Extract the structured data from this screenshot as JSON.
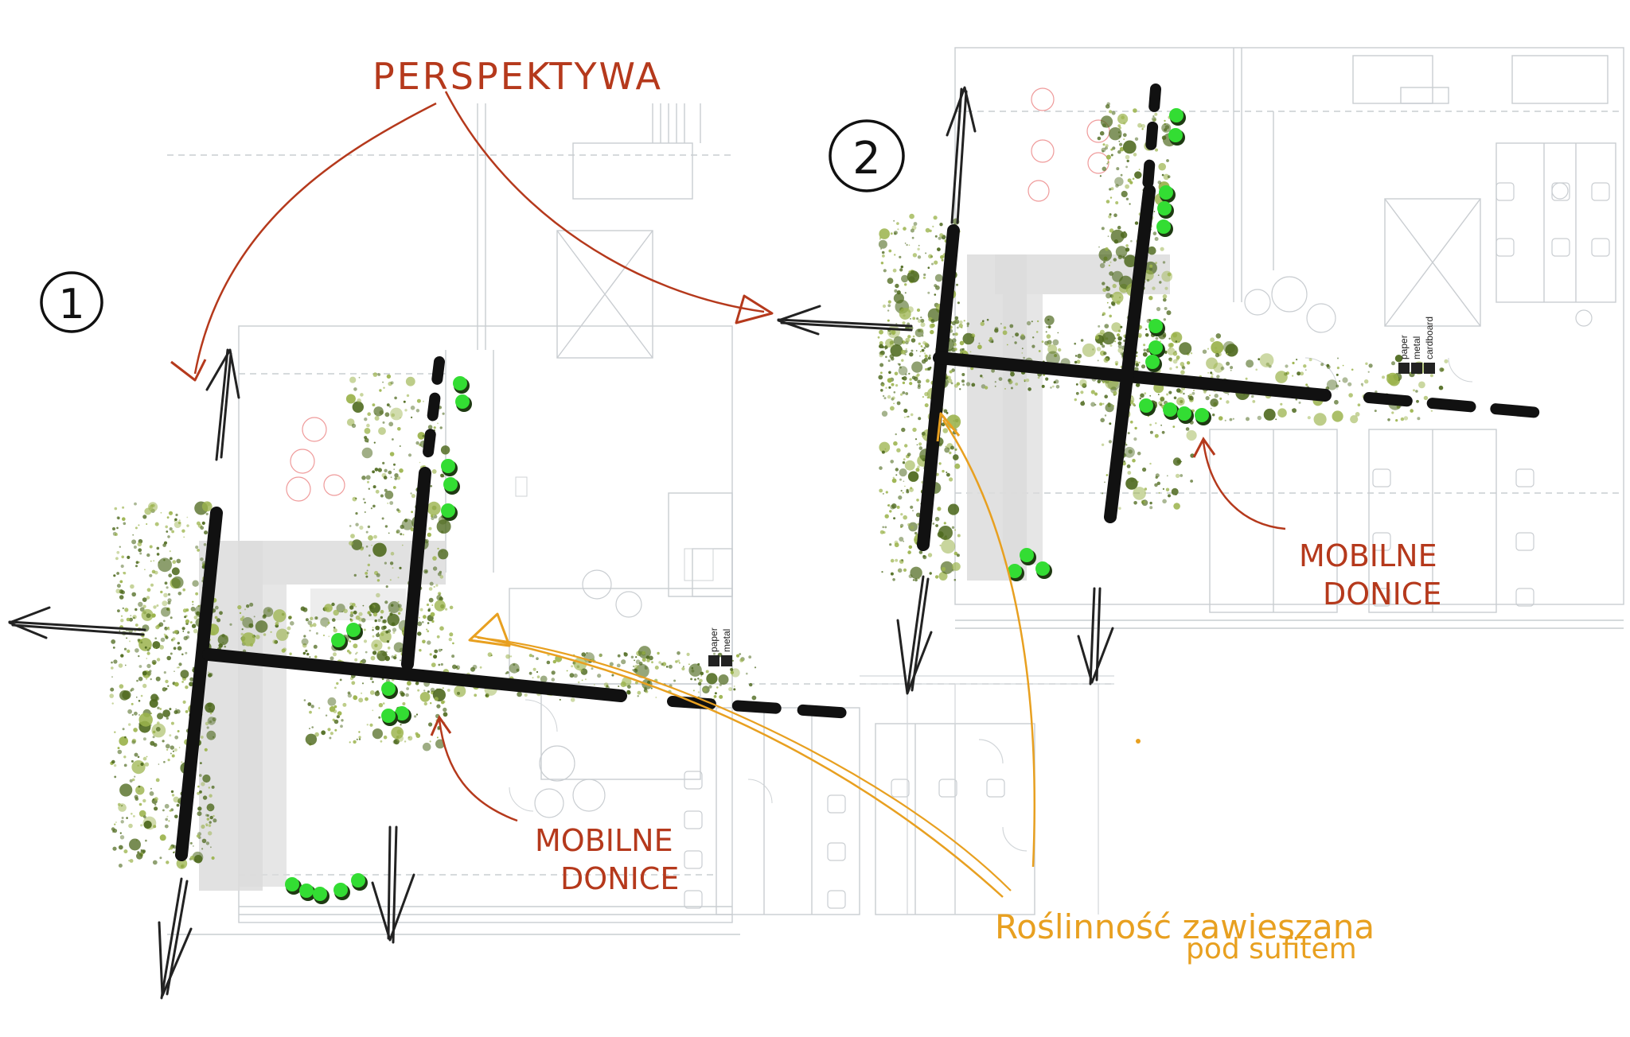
{
  "annotations": {
    "perspective": "PERSPEKTYWA",
    "mobile_planters": [
      "MOBILNE",
      "DONICE"
    ],
    "hanging_plants_line1": "Roślinność  zawieszana",
    "hanging_plants_line2": "pod  sufitem"
  },
  "variants": [
    {
      "marker": "1",
      "recycling": [
        "paper",
        "metal"
      ]
    },
    {
      "marker": "2",
      "recycling": [
        "paper",
        "metal",
        "cardboard"
      ]
    }
  ],
  "colors": {
    "wall_line": "#c9cdd1",
    "corridor_band": "#dcdcdc",
    "foliage_dark": "#4f6a1f",
    "foliage_light": "#9bb34c",
    "planter_green": "#33dd33",
    "axis_black": "#111111",
    "note_red": "#b5391c",
    "note_orange": "#e8a020"
  },
  "icons": [
    "circled-number-1-icon",
    "circled-number-2-icon",
    "arrow-icon",
    "recycle-icon"
  ]
}
